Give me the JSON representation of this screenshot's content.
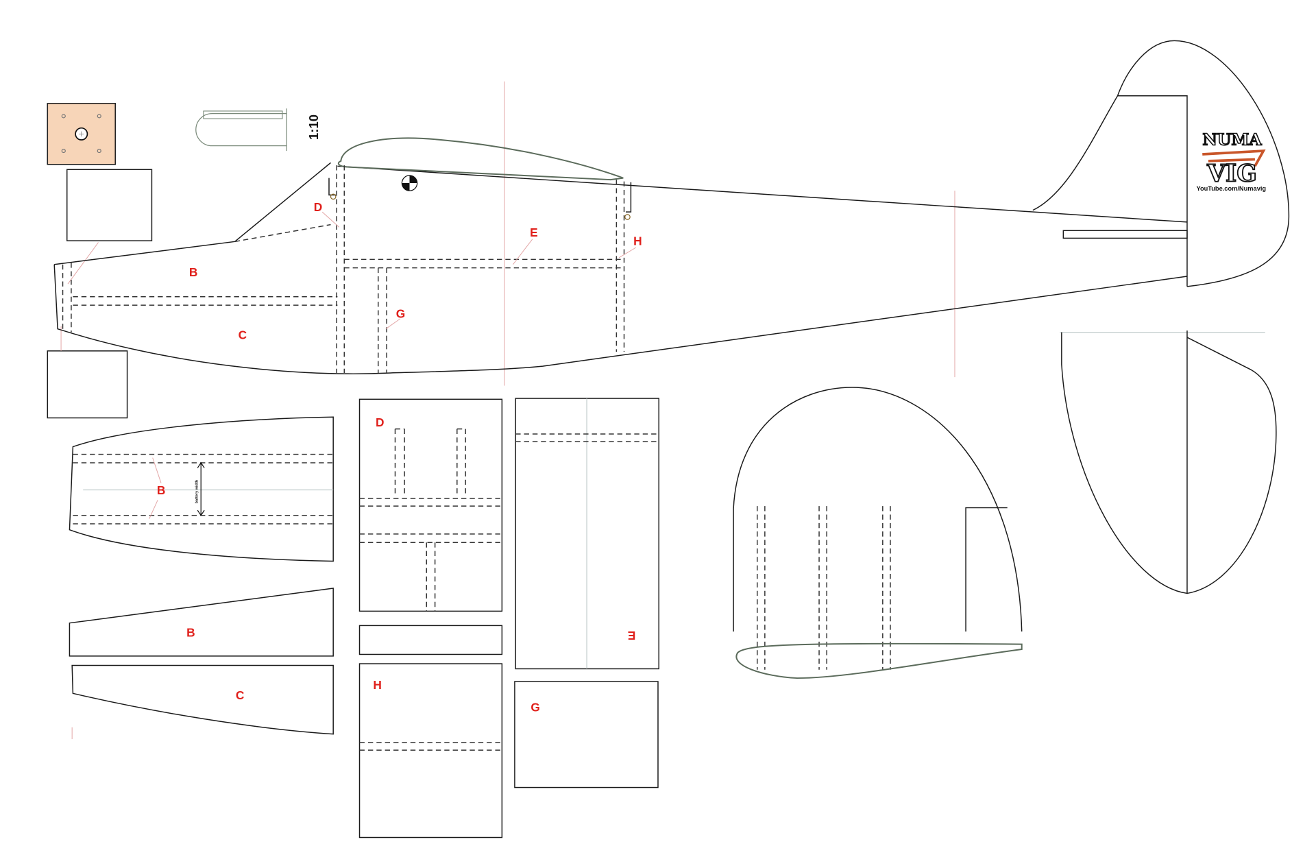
{
  "scale": "1:10",
  "logo": {
    "line1": "NUMA",
    "line2": "VIG",
    "url": "YouTube.com/Numavig"
  },
  "battery_note": "battery width",
  "fuselage_labels": {
    "b": "B",
    "c": "C",
    "d": "D",
    "e": "E",
    "g": "G",
    "h": "H"
  },
  "parts": {
    "bottom_b": "B",
    "side_b": "B",
    "side_c": "C",
    "panel_d": "D",
    "panel_e": "E",
    "panel_g": "G",
    "panel_h": "H"
  },
  "colors": {
    "label": "#e0201b",
    "motor_mount": "#f7d5b8"
  }
}
